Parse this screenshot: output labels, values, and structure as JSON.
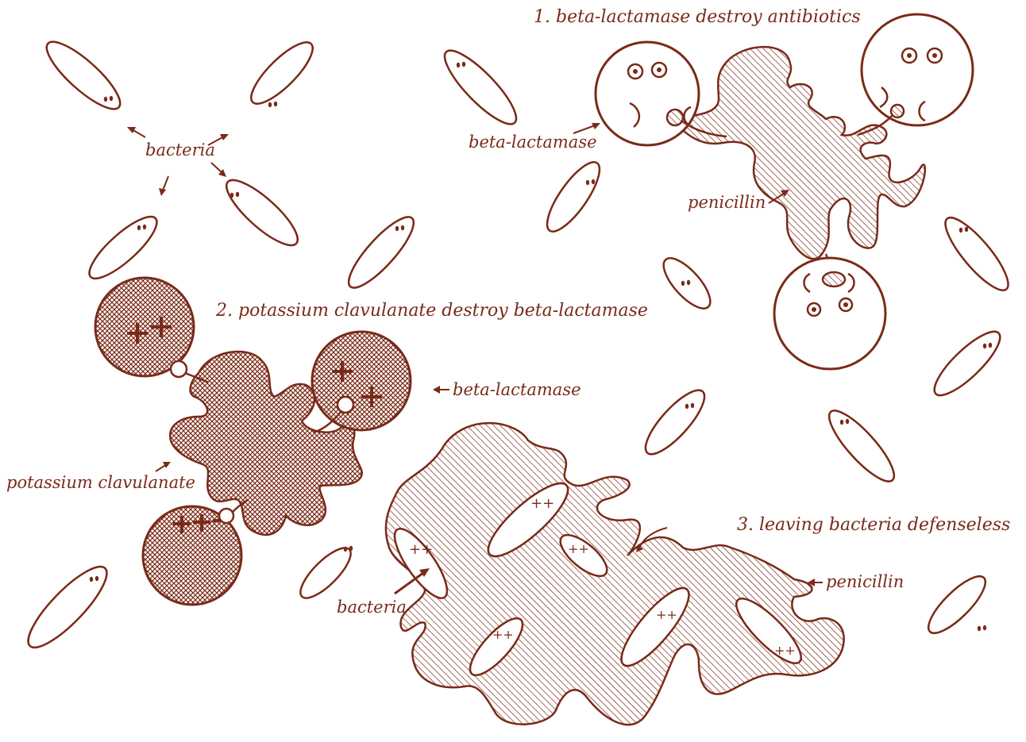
{
  "ink_color": "#7a2a18",
  "background": "#ffffff",
  "steps": [
    {
      "number": "1.",
      "text": "beta-lactamase destroy antibiotics"
    },
    {
      "number": "2.",
      "text": "potassium clavulanate destroy beta-lactamase"
    },
    {
      "number": "3.",
      "text": "leaving bacteria defenseless"
    }
  ],
  "labels": {
    "bacteria_topleft": "bacteria",
    "beta_lactamase_1": "beta-lactamase",
    "penicillin_1": "penicillin",
    "beta_lactamase_2": "beta-lactamase",
    "potassium_clavulanate": "potassium clavulanate",
    "penicillin_3": "penicillin",
    "bacteria_3": "bacteria"
  }
}
